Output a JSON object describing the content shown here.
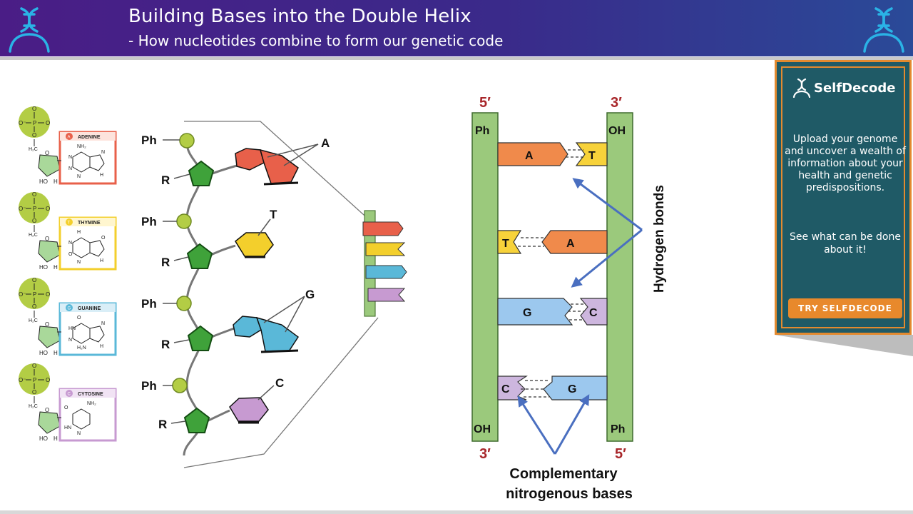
{
  "header": {
    "title": "Building Bases into the Double Helix",
    "subtitle": "- How nucleotides combine to form our genetic code",
    "logo_icon": "dna-person-icon"
  },
  "nucleotides": [
    {
      "name": "ADENINE",
      "letter": "A",
      "color": "#e8604a",
      "bg": "#fde3dc",
      "atoms": [
        "NH₂",
        "N",
        "N",
        "N",
        "N",
        "H"
      ]
    },
    {
      "name": "THYMINE",
      "letter": "T",
      "color": "#f3cf2c",
      "bg": "#fff6cf",
      "atoms": [
        "H",
        "N",
        "O",
        "N",
        "O",
        "H"
      ]
    },
    {
      "name": "GUANINE",
      "letter": "G",
      "color": "#5ab8d8",
      "bg": "#d9eef7",
      "atoms": [
        "O",
        "HN",
        "N",
        "H₂N",
        "N",
        "H"
      ]
    },
    {
      "name": "CYTOSINE",
      "letter": "C",
      "color": "#c79ad1",
      "bg": "#f1e3f4",
      "atoms": [
        "NH₂",
        "O",
        "N",
        "HN"
      ]
    }
  ],
  "phosphate_labels": {
    "o": "O",
    "p": "P",
    "o_minus": "O⁻",
    "h2c": "H₂C",
    "ho": "HO",
    "h": "H",
    "o_ring": "O"
  },
  "strand_labels": {
    "ph": "Ph",
    "r": "R",
    "bases": [
      "A",
      "T",
      "G",
      "C"
    ]
  },
  "ladder": {
    "left_top_label": "5′",
    "right_top_label": "3′",
    "left_bottom_label": "3′",
    "right_bottom_label": "5′",
    "left_top_group": "Ph",
    "right_top_group": "OH",
    "left_bottom_group": "OH",
    "right_bottom_group": "Ph",
    "pairs": [
      {
        "left": "A",
        "right": "T"
      },
      {
        "left": "T",
        "right": "A"
      },
      {
        "left": "G",
        "right": "C"
      },
      {
        "left": "C",
        "right": "G"
      }
    ],
    "hydrogen_bonds_label": "Hydrogen bonds",
    "complementary_label_line1": "Complementary",
    "complementary_label_line2": "nitrogenous bases"
  },
  "ad": {
    "brand": "SelfDecode",
    "body": "Upload your genome and uncover a wealth of information about your health and genetic predispositions.",
    "cta_text": "See what can be done about it!",
    "button_label": "TRY SELFDECODE"
  },
  "colors": {
    "adenine": "#e8604a",
    "thymine": "#f3cf2c",
    "guanine": "#5ab8d8",
    "cytosine": "#c79ad1",
    "ladder_orange": "#f08a4b",
    "ladder_yellow": "#f7d23a",
    "ladder_blue": "#9cc8ee",
    "ladder_purple": "#cdb6de",
    "backbone_green": "#9bc97c",
    "sugar_green": "#3f9e3a",
    "phosphate_lime": "#b3cd45",
    "arrow_blue": "#4a6fc0",
    "prime_red": "#a8262a",
    "ad_teal": "#1f5a66",
    "ad_orange": "#e38a2f",
    "header_purple": "#4a1d86"
  }
}
